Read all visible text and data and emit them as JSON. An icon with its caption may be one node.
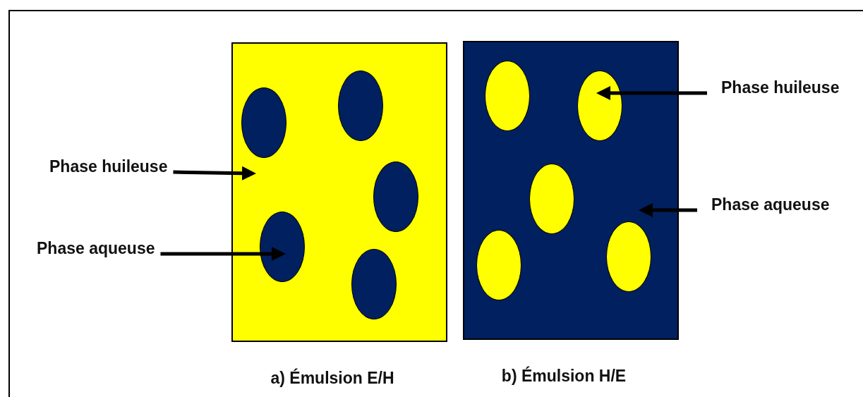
{
  "diagram": {
    "nodes": [
      {
        "text": [],
        "shape": "box",
        "beside": [
          "a) Émulsion E/H"
        ]
      },
      {
        "text": [],
        "shape": "circle",
        "in": 0
      },
      {
        "text": [],
        "shape": "circle",
        "in": 0
      },
      {
        "text": [],
        "shape": "circle",
        "in": 0
      },
      {
        "text": [],
        "shape": "circle",
        "in": 0
      },
      {
        "text": [],
        "shape": "circle",
        "in": 0
      },
      {
        "text": [],
        "shape": "box",
        "beside": [
          "b) Émulsion H/E"
        ]
      },
      {
        "text": [],
        "shape": "circle",
        "in": 6
      },
      {
        "text": [],
        "shape": "circle",
        "in": 6
      },
      {
        "text": [],
        "shape": "circle",
        "in": 6
      },
      {
        "text": [],
        "shape": "circle",
        "in": 6
      },
      {
        "text": [],
        "shape": "circle",
        "in": 6
      },
      {
        "text": [
          "Phase huileuse"
        ]
      },
      {
        "text": [
          "Phase aqueuse"
        ]
      },
      {
        "text": [
          "Phase huileuse"
        ]
      },
      {
        "text": [
          "Phase aqueuse"
        ]
      }
    ],
    "edges": [
      {
        "from": 12,
        "to": 0,
        "arrow": "to"
      },
      {
        "from": 13,
        "to": 4,
        "arrow": "to"
      },
      {
        "from": 14,
        "to": 8,
        "arrow": "to"
      },
      {
        "from": 15,
        "to": 6,
        "arrow": "to"
      }
    ]
  }
}
